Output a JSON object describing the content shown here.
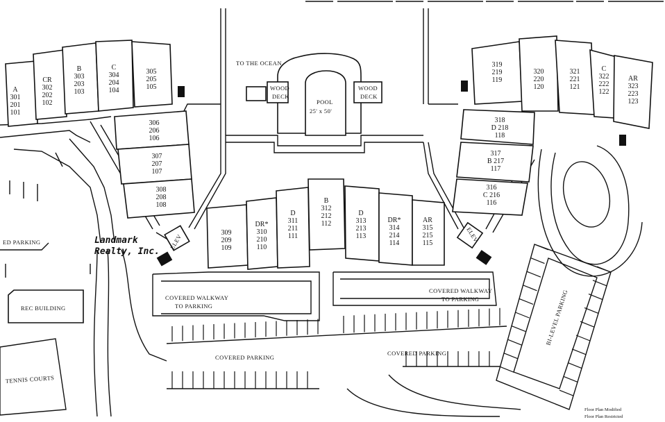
{
  "labels": {
    "ocean": "TO THE OCEAN",
    "pool": "POOL",
    "pool_size": "25' x 50'",
    "wood_deck": "WOOD",
    "wood_deck2": "DECK",
    "covered_walkway_left_1": "COVERED WALKWAY",
    "covered_walkway_left_2": "TO PARKING",
    "covered_walkway_right_1": "COVERED WALKWAY",
    "covered_walkway_right_2": "TO PARKING",
    "covered_parking_1": "COVERED PARKING",
    "covered_parking_2": "COVERED PARKING",
    "bi_level_parking": "BI-LEVEL PARKING",
    "parking_left": "ED PARKING",
    "rec_building": "REC BUILDING",
    "tennis_courts": "TENNIS COURTS",
    "elev": "ELEV",
    "landmark_1": "Landmark",
    "landmark_2": "Realty, Inc.",
    "legend_1": "Floor Plan Modified",
    "legend_2": "Floor Plan Restricted"
  },
  "units": {
    "u101": [
      "A",
      "301",
      "201",
      "101"
    ],
    "u102": [
      "CR",
      "302",
      "202",
      "102"
    ],
    "u103": [
      "B",
      "303",
      "203",
      "103"
    ],
    "u104": [
      "C",
      "304",
      "204",
      "104"
    ],
    "u105": [
      "305",
      "205",
      "105"
    ],
    "u106": [
      "306",
      "206",
      "106"
    ],
    "u107": [
      "307",
      "207",
      "107"
    ],
    "u108": [
      "308",
      "208",
      "108"
    ],
    "u109": [
      "309",
      "209",
      "109"
    ],
    "u110": [
      "DR*",
      "310",
      "210",
      "110"
    ],
    "u111": [
      "D",
      "311",
      "211",
      "111"
    ],
    "u112": [
      "B",
      "312",
      "212",
      "112"
    ],
    "u113": [
      "D",
      "313",
      "213",
      "113"
    ],
    "u114": [
      "DR*",
      "314",
      "214",
      "114"
    ],
    "u115": [
      "AR",
      "315",
      "215",
      "115"
    ],
    "u116": [
      "316",
      "C 216",
      "116"
    ],
    "u117": [
      "317",
      "B 217",
      "117"
    ],
    "u118": [
      "318",
      "D 218",
      "118"
    ],
    "u119": [
      "319",
      "219",
      "119"
    ],
    "u120": [
      "320",
      "220",
      "120"
    ],
    "u121": [
      "321",
      "221",
      "121"
    ],
    "u122": [
      "C",
      "322",
      "222",
      "122"
    ],
    "u123": [
      "AR",
      "323",
      "223",
      "123"
    ]
  }
}
